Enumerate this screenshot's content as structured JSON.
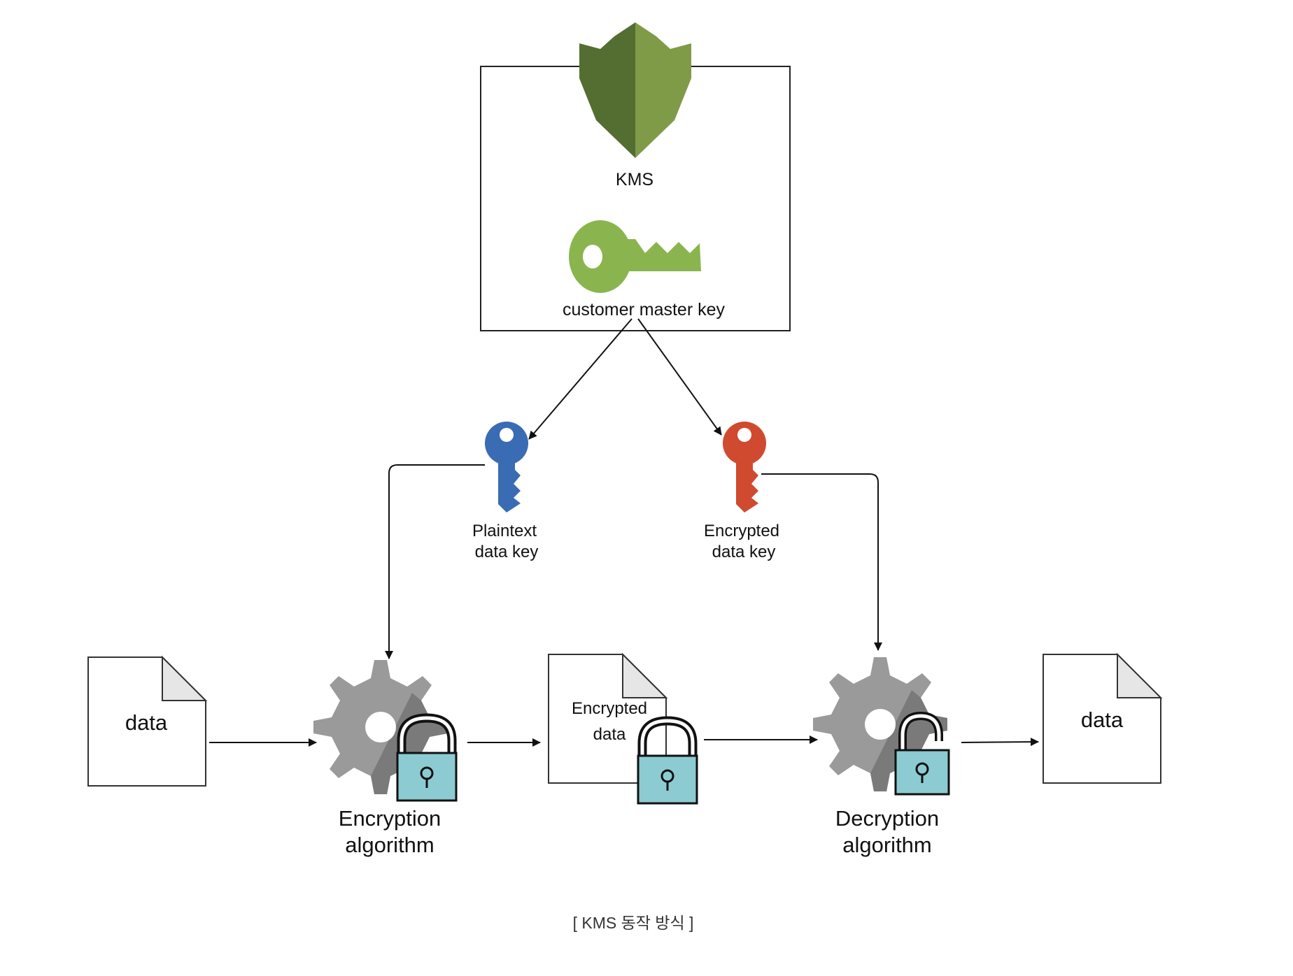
{
  "kms": {
    "label": "KMS",
    "cmk_label": "customer master key"
  },
  "keys": {
    "plaintext": {
      "line1": "Plaintext",
      "line2": "data key"
    },
    "encrypted": {
      "line1": "Encrypted",
      "line2": "data key"
    }
  },
  "docs": {
    "input": "data",
    "encrypted_line1": "Encrypted",
    "encrypted_line2": "data",
    "output": "data"
  },
  "algorithms": {
    "encryption": {
      "line1": "Encryption",
      "line2": "algorithm"
    },
    "decryption": {
      "line1": "Decryption",
      "line2": "algorithm"
    }
  },
  "caption": "[ KMS 동작 방식 ]",
  "colors": {
    "kms_dark": "#546e31",
    "kms_light": "#7f9b48",
    "cmk_green": "#8ab54e",
    "plaintext_key": "#3a6cb4",
    "encrypted_key": "#d04a30",
    "gear_light": "#9a9a9a",
    "gear_dark": "#7a7a7a",
    "lock_body": "#8ccbd2"
  },
  "icons": [
    "kms-shield-icon",
    "master-key-icon",
    "blue-key-icon",
    "red-key-icon",
    "gear-icon",
    "lock-closed-icon",
    "lock-open-icon",
    "document-icon"
  ]
}
